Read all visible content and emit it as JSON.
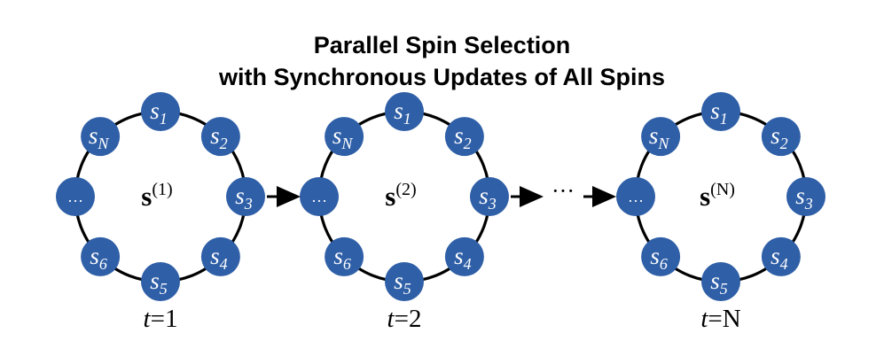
{
  "title": {
    "line1": "Parallel Spin Selection",
    "line2": "with Synchronous Updates of All Spins"
  },
  "colors": {
    "node_fill": "#2f5fa7",
    "ring_stroke": "#000000",
    "node_text": "#ffffff"
  },
  "node_labels": {
    "s1": {
      "base": "s",
      "sub": "1"
    },
    "s2": {
      "base": "s",
      "sub": "2"
    },
    "s3": {
      "base": "s",
      "sub": "3"
    },
    "s4": {
      "base": "s",
      "sub": "4"
    },
    "s5": {
      "base": "s",
      "sub": "5"
    },
    "s6": {
      "base": "s",
      "sub": "6"
    },
    "sN": {
      "base": "s",
      "sub": "N"
    },
    "ellipsis": "…"
  },
  "rings": [
    {
      "state_base": "s",
      "state_sup": "(1)",
      "time_var": "t",
      "time_eq": "=1"
    },
    {
      "state_base": "s",
      "state_sup": "(2)",
      "time_var": "t",
      "time_eq": "=2"
    },
    {
      "state_base": "s",
      "state_sup": "(N)",
      "time_var": "t",
      "time_eq": "=N"
    }
  ],
  "between_ellipsis": "···"
}
